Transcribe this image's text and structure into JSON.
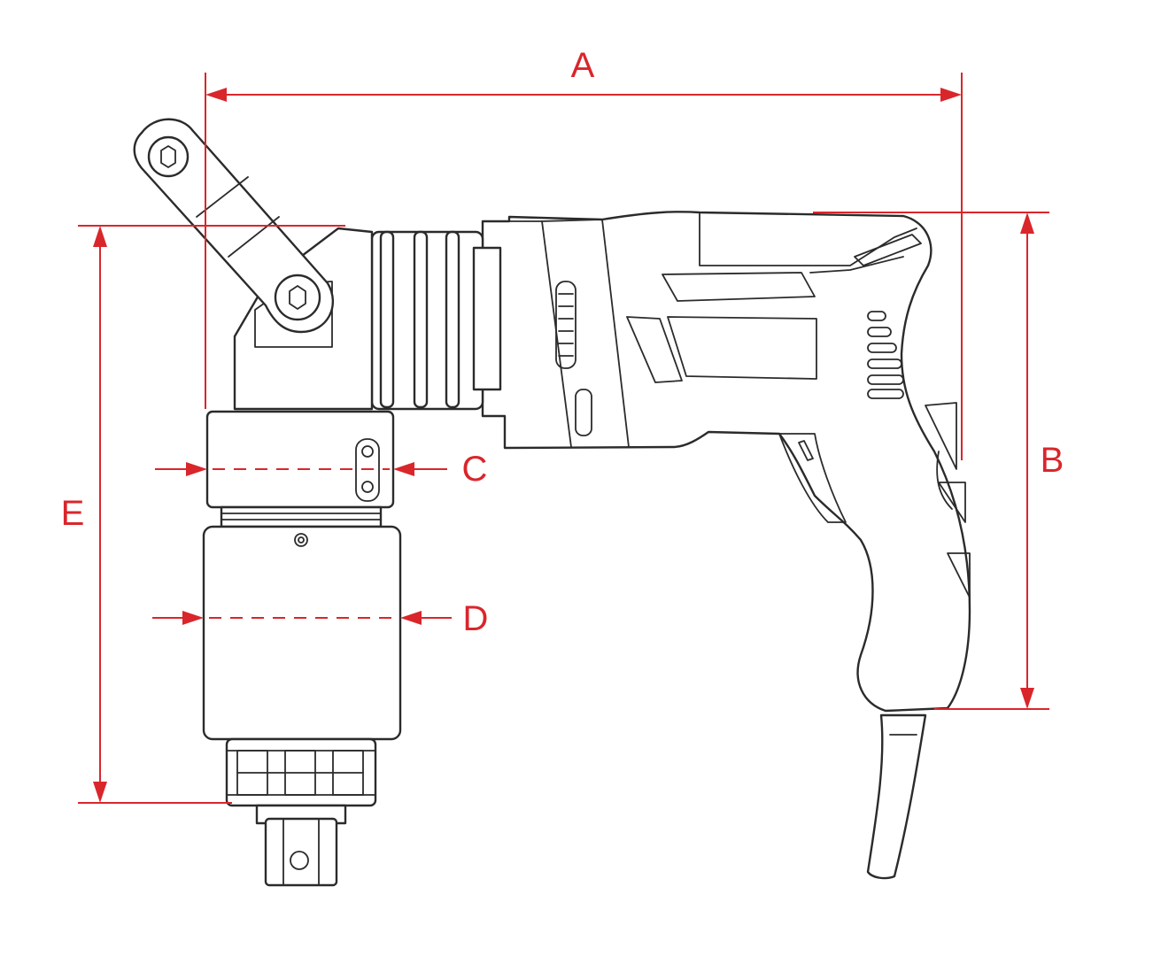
{
  "dimension_labels": {
    "A": "A",
    "B": "B",
    "C": "C",
    "D": "D",
    "E": "E"
  },
  "colors": {
    "dimension": "#d9262b",
    "outline": "#2b2b2b",
    "background": "#ffffff"
  }
}
